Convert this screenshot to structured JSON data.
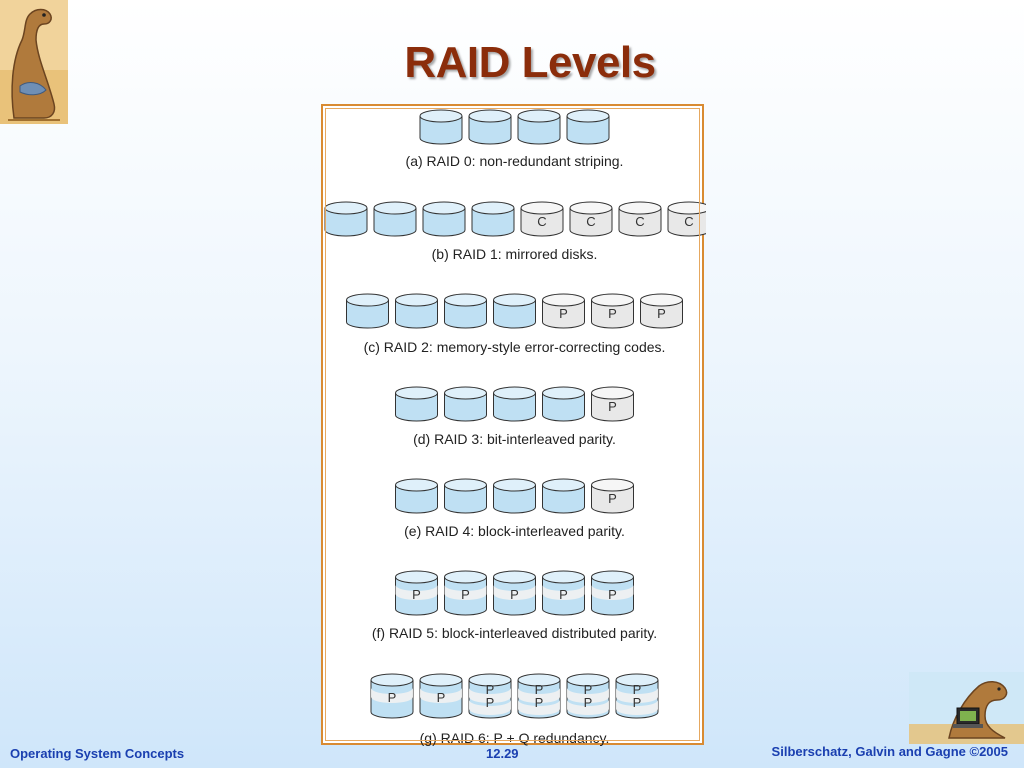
{
  "slide": {
    "title": "RAID Levels"
  },
  "footer": {
    "left": "Operating System Concepts",
    "center": "12.29",
    "right": "Silberschatz, Galvin and Gagne ©2005"
  },
  "colors": {
    "title": "#8b2d0b",
    "footer": "#1a3fb0",
    "frame": "#d98b32",
    "data_disk": "#bfe0f3",
    "check_disk": "#e8e8e8"
  },
  "raid_levels": [
    {
      "caption": "(a) RAID 0: non-redundant striping.",
      "disks": [
        [
          "D"
        ],
        [
          "D"
        ],
        [
          "D"
        ],
        [
          "D"
        ]
      ]
    },
    {
      "caption": "(b) RAID 1: mirrored disks.",
      "disks": [
        [
          "D"
        ],
        [
          "D"
        ],
        [
          "D"
        ],
        [
          "D"
        ],
        [
          "C"
        ],
        [
          "C"
        ],
        [
          "C"
        ],
        [
          "C"
        ]
      ]
    },
    {
      "caption": "(c) RAID 2: memory-style error-correcting codes.",
      "disks": [
        [
          "D"
        ],
        [
          "D"
        ],
        [
          "D"
        ],
        [
          "D"
        ],
        [
          "P"
        ],
        [
          "P"
        ],
        [
          "P"
        ]
      ]
    },
    {
      "caption": "(d) RAID 3: bit-interleaved parity.",
      "disks": [
        [
          "D"
        ],
        [
          "D"
        ],
        [
          "D"
        ],
        [
          "D"
        ],
        [
          "P"
        ]
      ]
    },
    {
      "caption": "(e) RAID 4: block-interleaved parity.",
      "disks": [
        [
          "D"
        ],
        [
          "D"
        ],
        [
          "D"
        ],
        [
          "D"
        ],
        [
          "P"
        ]
      ]
    },
    {
      "caption": "(f) RAID 5: block-interleaved distributed parity.",
      "disks": [
        [
          "DP"
        ],
        [
          "DP"
        ],
        [
          "DP"
        ],
        [
          "DP"
        ],
        [
          "DP"
        ]
      ]
    },
    {
      "caption": "(g) RAID 6: P + Q redundancy.",
      "disks": [
        [
          "DP"
        ],
        [
          "DP"
        ],
        [
          "DPP"
        ],
        [
          "DPP"
        ],
        [
          "DPP"
        ],
        [
          "DPP"
        ]
      ]
    }
  ],
  "disk_labels": {
    "C": "C",
    "P": "P"
  }
}
